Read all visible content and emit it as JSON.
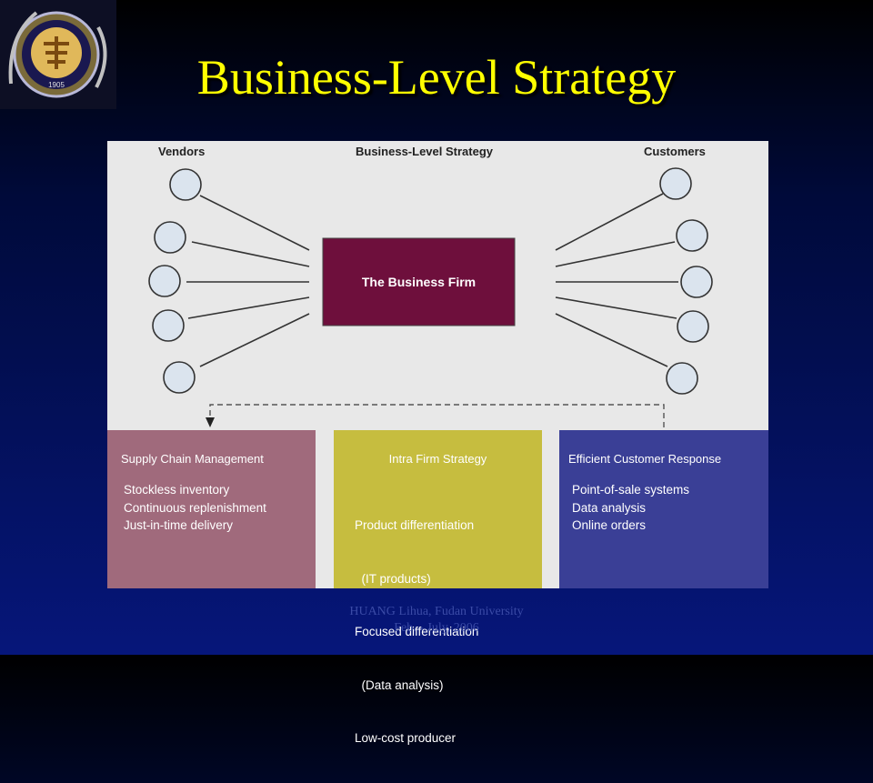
{
  "slide": {
    "title": "Business-Level Strategy",
    "footer_line1": "HUANG Lihua, Fudan University",
    "footer_line2": "Feb. - July, 2006",
    "logo_text": "1905"
  },
  "diagram": {
    "header_left": "Vendors",
    "header_center": "Business-Level Strategy",
    "header_right": "Customers",
    "firm_label": "The Business Firm",
    "panels": [
      {
        "title": "Supply Chain Management",
        "color": "#a06a7c",
        "items": [
          "Stockless inventory",
          "Continuous replenishment",
          "Just-in-time delivery"
        ]
      },
      {
        "title": "Intra Firm Strategy",
        "color": "#c6bd3f",
        "items": [
          "Product differentiation",
          "  (IT products)",
          "Focused differentiation",
          "  (Data analysis)",
          "Low-cost producer"
        ]
      },
      {
        "title": "Efficient Customer Response",
        "color": "#3a3f96",
        "items": [
          "Point-of-sale systems",
          "Data analysis",
          "Online orders"
        ]
      }
    ],
    "colors": {
      "firm": "#6e0f3c",
      "node_fill": "#dbe4ee",
      "title_yellow": "#ffff00",
      "background_top": "#000000",
      "background_bottom": "#06167a"
    }
  }
}
